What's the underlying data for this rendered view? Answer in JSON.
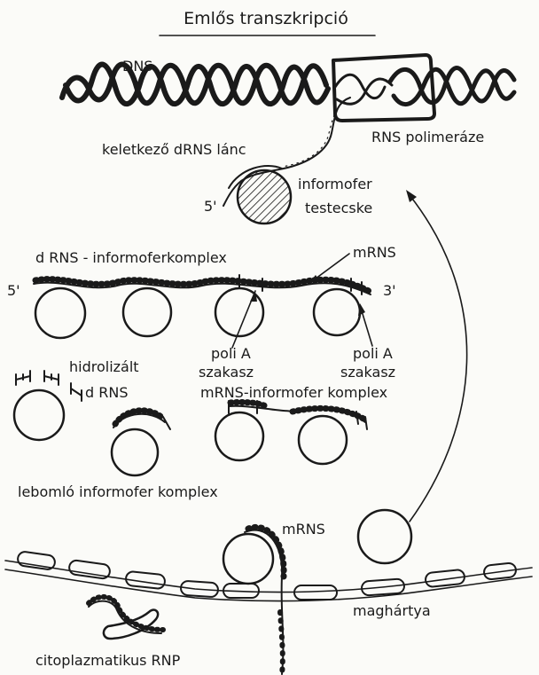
{
  "title": "Emlős transzkripció",
  "labels": {
    "dns": "DNS",
    "rna_polymerase": "RNS polimeráze",
    "nascent_chain": "keletkező dRNS lánc",
    "five_prime_top": "5'",
    "informofer_line1": "informofer",
    "informofer_line2": "testecske",
    "drns_complex": "d RNS - informoferkomplex",
    "mrns_top": "mRNS",
    "five_prime_mid": "5'",
    "three_prime_mid": "3'",
    "polya_1_line1": "poli A",
    "polya_1_line2": "szakasz",
    "polya_2_line1": "poli A",
    "polya_2_line2": "szakasz",
    "hydrolized_line1": "hidrolizált",
    "hydrolized_line2": "d RNS",
    "mrns_informofer_complex": "mRNS-informofer komplex",
    "degrading_complex": "lebomló informofer komplex",
    "mrns_bottom": "mRNS",
    "nuclear_membrane": "maghártya",
    "cytoplasmic_rnp": "citoplazmatikus RNP"
  }
}
